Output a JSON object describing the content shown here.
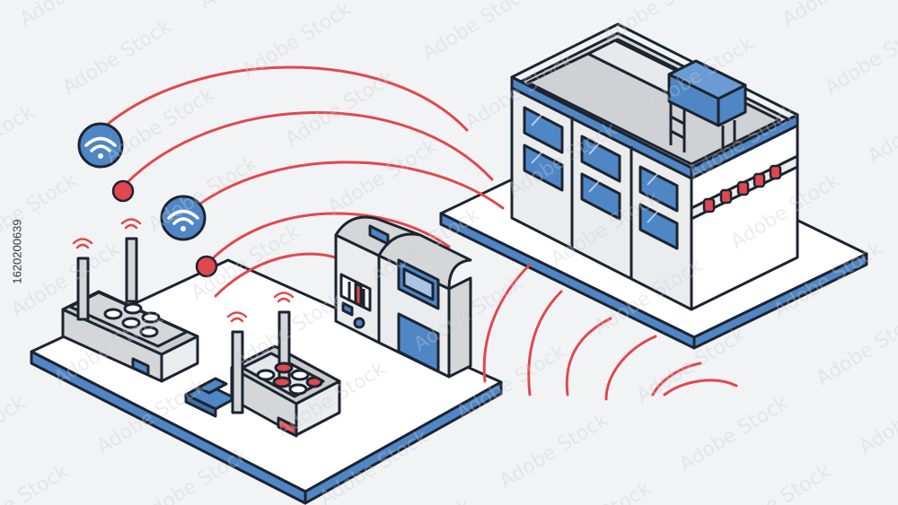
{
  "image": {
    "stock_id": "1620200639",
    "watermark": "Adobe Stock"
  },
  "colors": {
    "background": "#f2f3f4",
    "outline": "#1c2430",
    "accent_blue": "#4f86c6",
    "signal_red": "#e0484e",
    "wall_gray": "#d5d6d8",
    "wall_light": "#ebecee",
    "white": "#ffffff"
  },
  "icons": [
    "wifi-icon",
    "wifi-icon",
    "signal-dot",
    "signal-dot",
    "wifi-emitter-icon"
  ]
}
